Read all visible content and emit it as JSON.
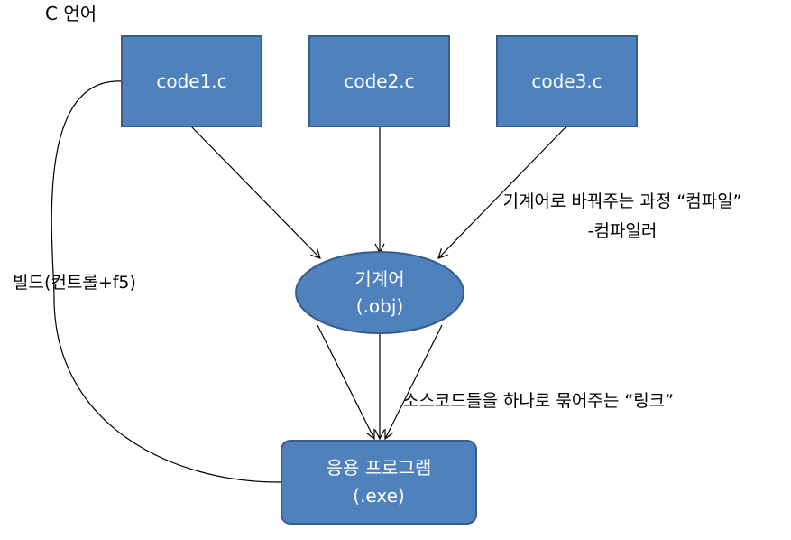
{
  "title": "C 언어",
  "nodes": {
    "code1": "code1.c",
    "code2": "code2.c",
    "code3": "code3.c",
    "machine_code": {
      "line1": "기계어",
      "line2": "(.obj)"
    },
    "application": {
      "line1": "응용 프로그램",
      "line2": "(.exe)"
    }
  },
  "annotations": {
    "compile_line1": "기계어로 바꿔주는 과정 “컴파일”",
    "compile_line2": "-컴파일러",
    "build": "빌드(컨트롤+f5)",
    "link": "소스코드들을 하나로 묶어주는 “링크”"
  },
  "colors": {
    "node_fill": "#4f81bd",
    "node_stroke": "#385d8a",
    "line": "#000000"
  }
}
